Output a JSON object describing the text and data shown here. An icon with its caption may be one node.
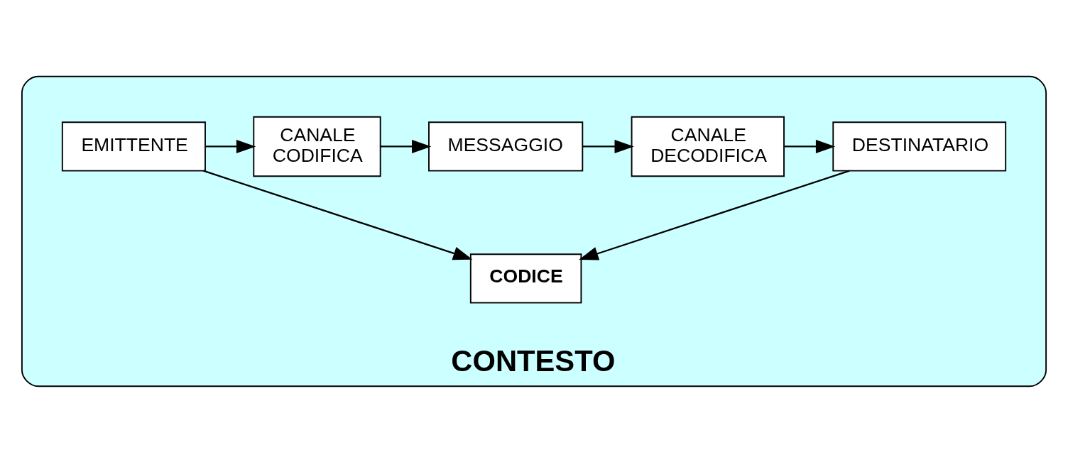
{
  "diagram": {
    "nodes": [
      {
        "text": [
          "CONTESTO"
        ]
      },
      {
        "text": [
          "EMITTENTE"
        ],
        "in": 0
      },
      {
        "text": [
          "CANALE CODIFICA"
        ],
        "in": 0
      },
      {
        "text": [
          "MESSAGGIO"
        ],
        "in": 0
      },
      {
        "text": [
          "CANALE DECODIFICA"
        ],
        "in": 0
      },
      {
        "text": [
          "DESTINATARIO"
        ],
        "in": 0
      },
      {
        "text": [
          "CODICE"
        ],
        "in": 0
      }
    ],
    "edges": [
      {
        "from": 1,
        "to": 2,
        "arrow": "to"
      },
      {
        "from": 2,
        "to": 3,
        "arrow": "to"
      },
      {
        "from": 3,
        "to": 4,
        "arrow": "to"
      },
      {
        "from": 4,
        "to": 5,
        "arrow": "to"
      },
      {
        "from": 1,
        "to": 6,
        "arrow": "to"
      },
      {
        "from": 5,
        "to": 6,
        "arrow": "to"
      }
    ]
  }
}
